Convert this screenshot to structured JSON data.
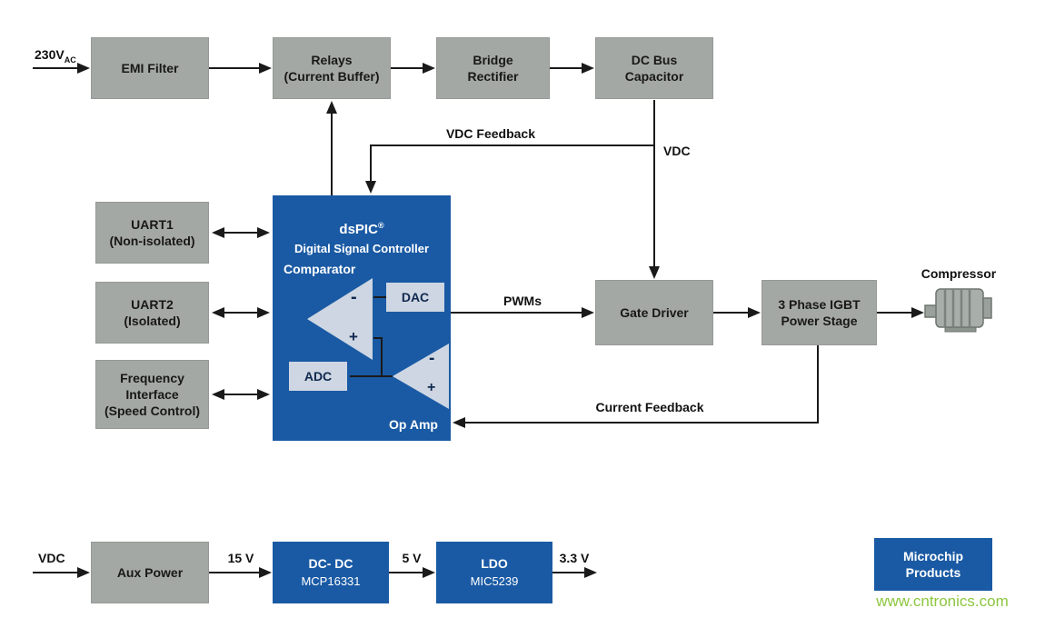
{
  "diagram": {
    "top_row": {
      "ac_input": {
        "text": "230V",
        "sub": "AC"
      },
      "emi_filter": "EMI Filter",
      "relays": "Relays\n(Current Buffer)",
      "bridge_rectifier": "Bridge\nRectifier",
      "dc_bus_capacitor": "DC Bus\nCapacitor"
    },
    "left_column": {
      "uart1": "UART1\n(Non-isolated)",
      "uart2": "UART2\n(Isolated)",
      "frequency_interface": "Frequency\nInterface\n(Speed Control)"
    },
    "dspic": {
      "title_main": "dsPIC",
      "title_reg": "®",
      "subtitle": "Digital Signal Controller",
      "comparator_label": "Comparator",
      "dac_label": "DAC",
      "adc_label": "ADC",
      "opamp_label": "Op Amp",
      "minus": "-",
      "plus": "+"
    },
    "signal_labels": {
      "vdc_feedback": "VDC Feedback",
      "vdc": "VDC",
      "pwms": "PWMs",
      "current_feedback": "Current Feedback"
    },
    "right_chain": {
      "gate_driver": "Gate Driver",
      "igbt": "3 Phase IGBT\nPower Stage",
      "compressor": "Compressor"
    },
    "bottom_row": {
      "vdc": "VDC",
      "aux_power": "Aux Power",
      "rail_15v": "15 V",
      "dcdc_title": "DC- DC",
      "dcdc_part": "MCP16331",
      "rail_5v": "5 V",
      "ldo_title": "LDO",
      "ldo_part": "MIC5239",
      "rail_3v3": "3.3 V"
    },
    "badge": "Microchip\nProducts",
    "watermark": "www.cntronics.com"
  }
}
